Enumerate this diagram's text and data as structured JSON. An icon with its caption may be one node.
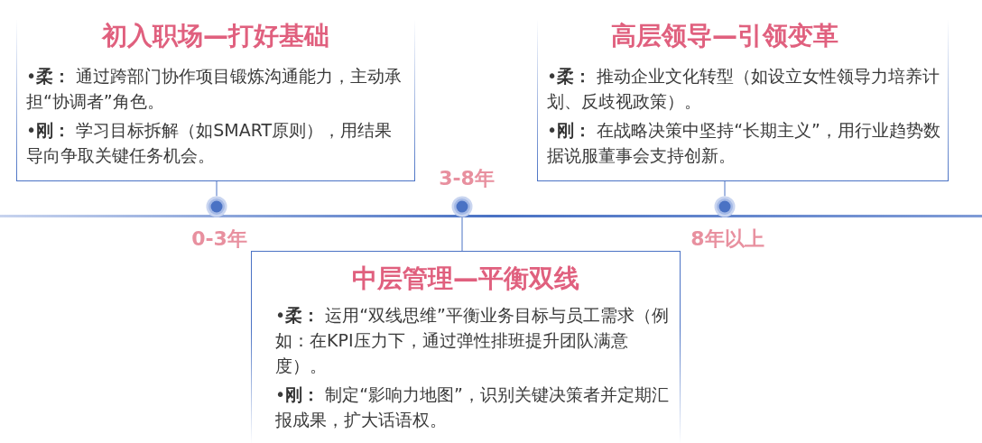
{
  "diagram": {
    "nodes": [
      {
        "text": [
          "初入职场—打好基础",
          "•**柔：** 通过跨部门协作项目锻炼沟通能力，主动承担“协调者”角色。",
          "•**刚：** 学习目标拆解（如SMART原则），用结果导向争取关键任务机会。"
        ]
      },
      {
        "text": [
          "高层领导—引领变革",
          "•**柔：** 推动企业文化转型（如设立女性领导力培养计划、反歧视政策）。",
          "•**刚：** 在战略决策中坚持“长期主义”，用行业趋势数据说服董事会支持创新。"
        ]
      },
      {
        "text": [
          "中层管理—平衡双线",
          "•**柔：** 运用“双线思维”平衡业务目标与员工需求（例如：在KPI压力下，通过弹性排班提升团队满意度）。",
          "•**刚：** 制定“影响力地图”，识别关键决策者并定期汇报成果，扩大话语权。"
        ]
      },
      {
        "text": [],
        "shape": "circle",
        "beside": [
          "0-3年"
        ]
      },
      {
        "text": [],
        "shape": "circle",
        "beside": [
          "3-8年"
        ]
      },
      {
        "text": [],
        "shape": "circle",
        "beside": [
          "8年以上"
        ]
      }
    ],
    "edges": [
      {
        "from": 0,
        "to": 3,
        "arrow": "none"
      },
      {
        "from": 2,
        "to": 4,
        "arrow": "none"
      },
      {
        "from": 1,
        "to": 5,
        "arrow": "none"
      }
    ]
  }
}
